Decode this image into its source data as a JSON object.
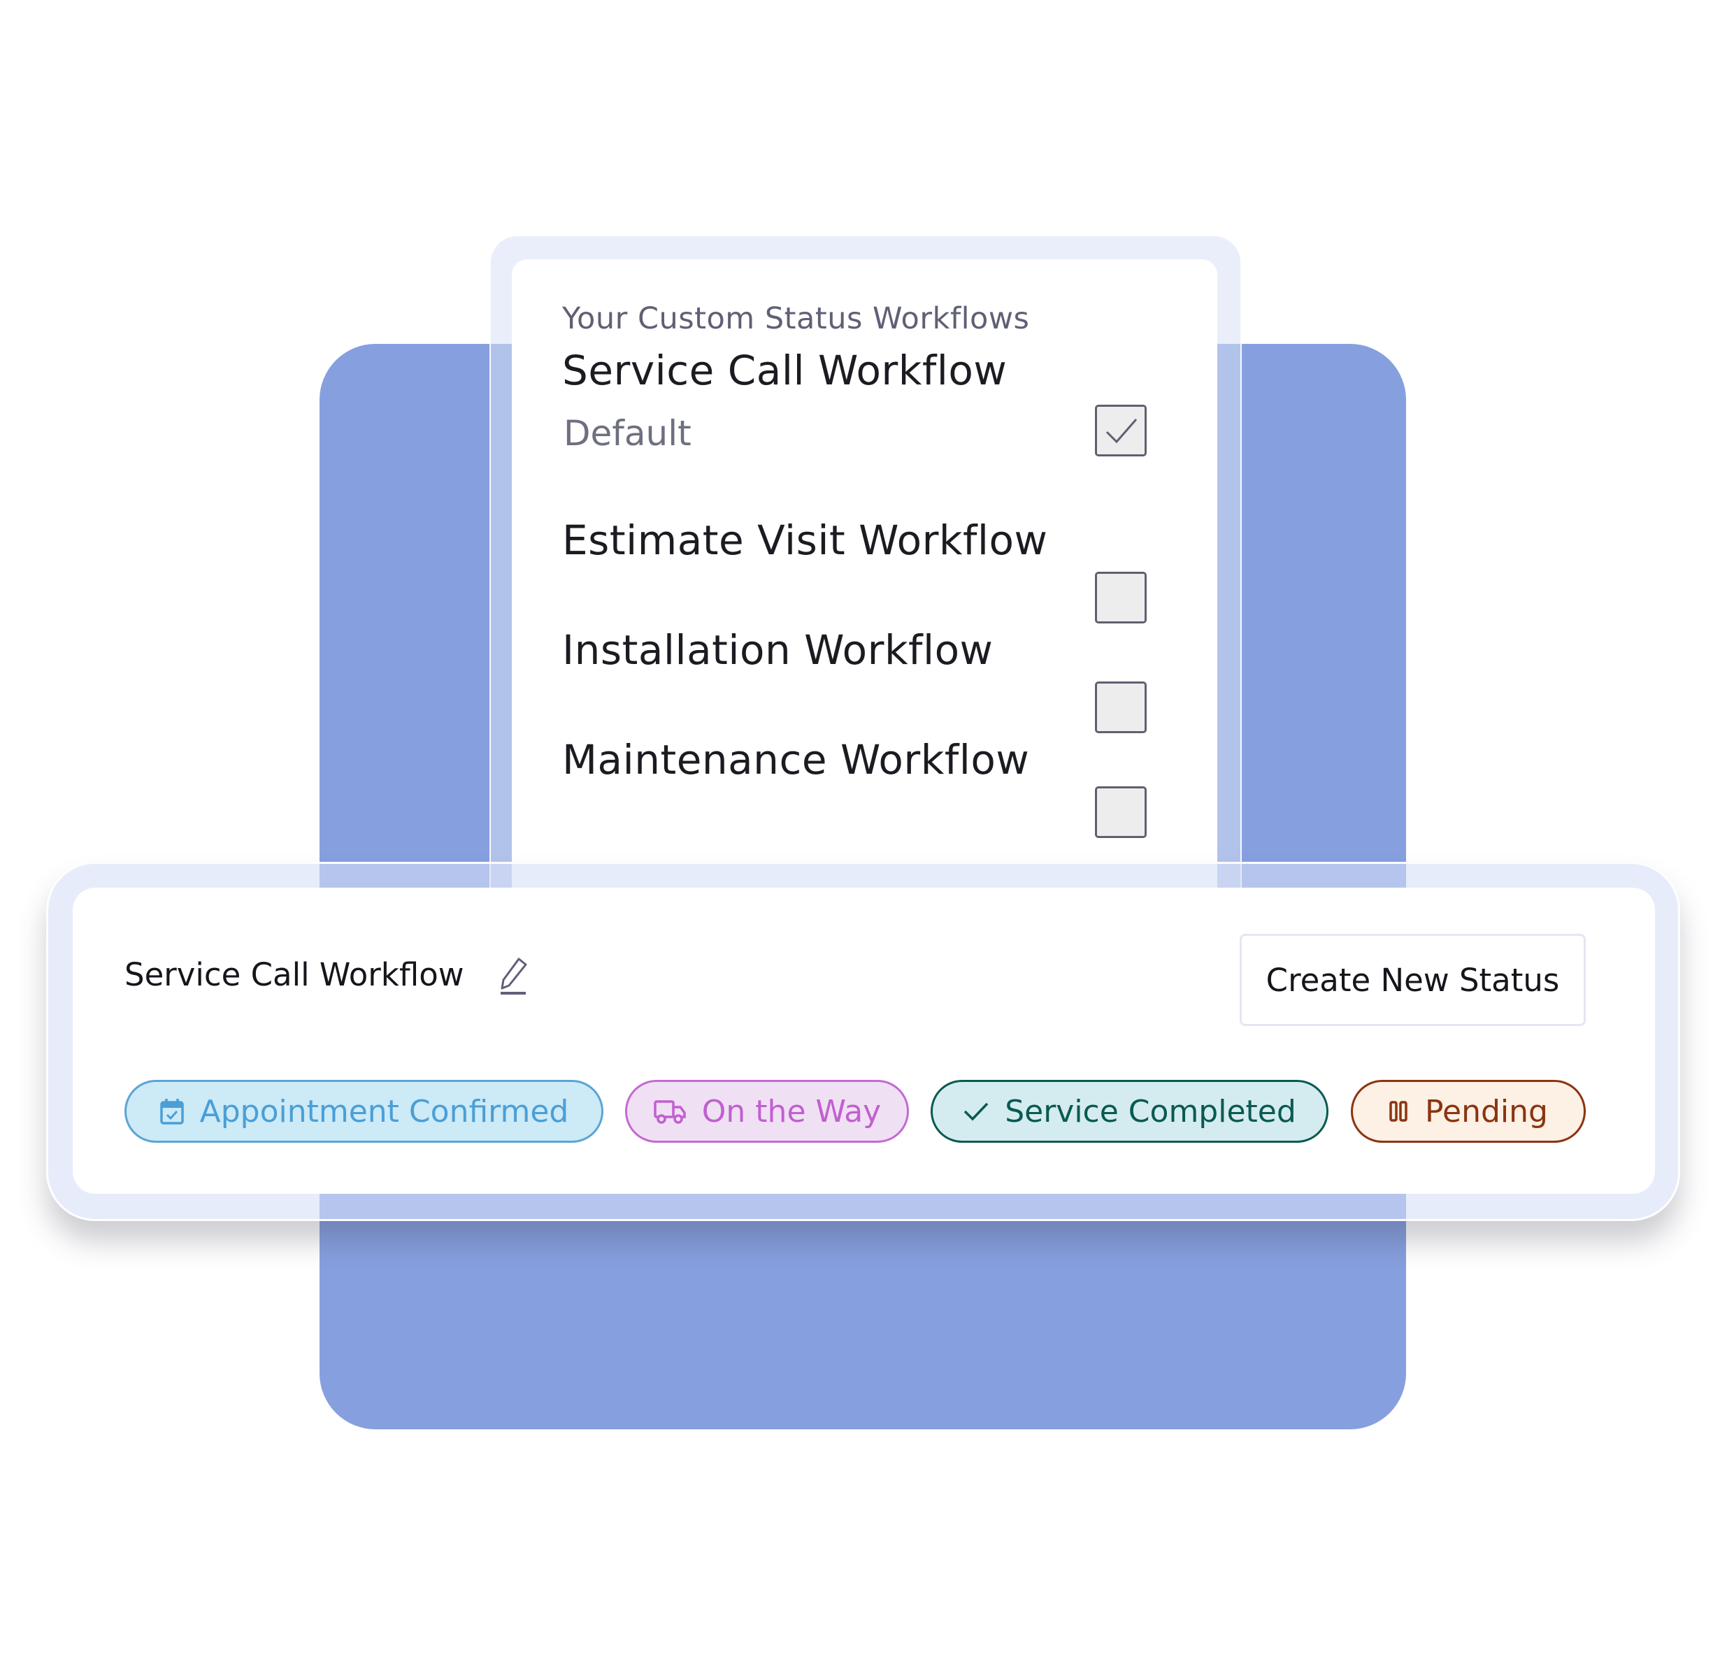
{
  "workflows_panel": {
    "title": "Your Custom Status Workflows",
    "items": [
      {
        "label": "Service Call Workflow",
        "sublabel": "Default",
        "checked": true
      },
      {
        "label": "Estimate Visit Workflow",
        "checked": false
      },
      {
        "label": "Installation Workflow",
        "checked": false
      },
      {
        "label": "Maintenance Workflow",
        "checked": false
      }
    ]
  },
  "editor": {
    "title": "Service Call Workflow",
    "create_button": "Create New Status",
    "statuses": [
      {
        "label": "Appointment Confirmed",
        "icon": "calendar-check-icon",
        "color": "#4a9fd6"
      },
      {
        "label": "On the Way",
        "icon": "truck-icon",
        "color": "#c060d0"
      },
      {
        "label": "Service Completed",
        "icon": "check-icon",
        "color": "#0a5a52"
      },
      {
        "label": "Pending",
        "icon": "pause-icon",
        "color": "#8a3510"
      }
    ]
  }
}
